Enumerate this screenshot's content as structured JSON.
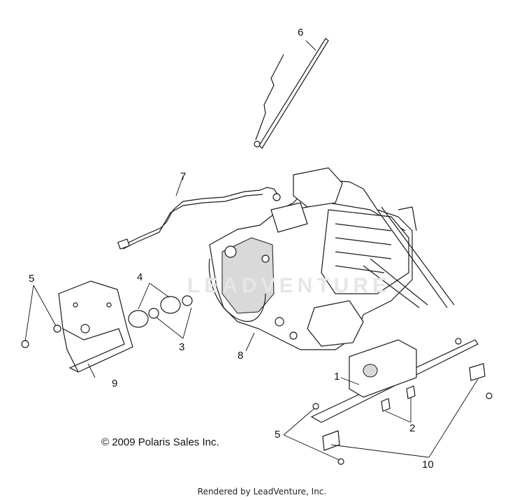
{
  "watermark": "LEADVENTURE",
  "callouts": {
    "c1": "1",
    "c2": "2",
    "c3": "3",
    "c4": "4",
    "c5_left": "5",
    "c5_bottom": "5",
    "c6": "6",
    "c7": "7",
    "c8": "8",
    "c9": "9",
    "c10": "10"
  },
  "copyright": "© 2009 Polaris Sales Inc.",
  "footer": "Rendered by LeadVenture, Inc."
}
